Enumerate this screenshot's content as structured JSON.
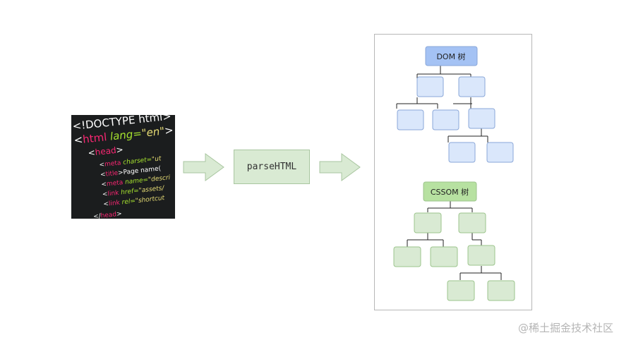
{
  "code_snippet": {
    "lines": [
      {
        "indent": 0,
        "parts": [
          {
            "t": "<!DOCTYPE ",
            "c": "#ffffff"
          },
          {
            "t": "html>",
            "c": "#ffffff"
          }
        ]
      },
      {
        "indent": 0,
        "parts": [
          {
            "t": "<",
            "c": "#ffffff"
          },
          {
            "t": "html",
            "c": "#f92672"
          },
          {
            "t": " lang=",
            "c": "#a6e22e"
          },
          {
            "t": "\"en\"",
            "c": "#e6db74"
          },
          {
            "t": ">",
            "c": "#ffffff"
          }
        ]
      },
      {
        "indent": 1,
        "parts": [
          {
            "t": "<",
            "c": "#ffffff"
          },
          {
            "t": "head",
            "c": "#f92672"
          },
          {
            "t": ">",
            "c": "#ffffff"
          }
        ]
      },
      {
        "indent": 2,
        "parts": [
          {
            "t": "<",
            "c": "#ffffff"
          },
          {
            "t": "meta",
            "c": "#f92672"
          },
          {
            "t": " charset=",
            "c": "#a6e22e"
          },
          {
            "t": "\"ut",
            "c": "#e6db74"
          }
        ]
      },
      {
        "indent": 2,
        "parts": [
          {
            "t": "<",
            "c": "#ffffff"
          },
          {
            "t": "title",
            "c": "#f92672"
          },
          {
            "t": ">Page name(",
            "c": "#ffffff"
          }
        ]
      },
      {
        "indent": 2,
        "parts": [
          {
            "t": "<",
            "c": "#ffffff"
          },
          {
            "t": "meta",
            "c": "#f92672"
          },
          {
            "t": " name=",
            "c": "#a6e22e"
          },
          {
            "t": "\"descri",
            "c": "#e6db74"
          }
        ]
      },
      {
        "indent": 2,
        "parts": [
          {
            "t": "<",
            "c": "#ffffff"
          },
          {
            "t": "link",
            "c": "#f92672"
          },
          {
            "t": " href=",
            "c": "#a6e22e"
          },
          {
            "t": "\"assets/",
            "c": "#e6db74"
          }
        ]
      },
      {
        "indent": 2,
        "parts": [
          {
            "t": "<",
            "c": "#ffffff"
          },
          {
            "t": "link",
            "c": "#f92672"
          },
          {
            "t": " rel=",
            "c": "#a6e22e"
          },
          {
            "t": "\"shortcut",
            "c": "#e6db74"
          }
        ]
      },
      {
        "indent": 1,
        "parts": [
          {
            "t": "</",
            "c": "#ffffff"
          },
          {
            "t": "head",
            "c": "#f92672"
          },
          {
            "t": ">",
            "c": "#ffffff"
          }
        ]
      }
    ]
  },
  "parse_step": {
    "label": "parseHTML"
  },
  "dom_tree": {
    "root_label": "DOM 树",
    "root_color": "#a4c2f4",
    "node_color": "#dae7fb",
    "border_color": "#8aa7d8"
  },
  "cssom_tree": {
    "root_label": "CSSOM 树",
    "root_color": "#b7e1a1",
    "node_color": "#d9ead3",
    "border_color": "#9cc48c"
  },
  "arrow_color": "#d9ead3",
  "watermark": "@稀土掘金技术社区"
}
